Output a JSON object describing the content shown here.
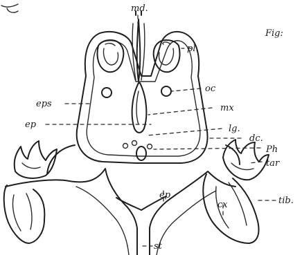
{
  "figure": {
    "caption_fragment": "Fig:",
    "labels": {
      "md": "md.",
      "pl": "pl.",
      "oc": "oc",
      "eps": "eps",
      "mx": "mx",
      "ep": "ep",
      "lg": "lg.",
      "dc": "dc.",
      "ph": "Ph",
      "tar": "tar",
      "tib": "tib.",
      "cx": "cx",
      "ep_lower": "ep",
      "st": "st"
    }
  }
}
